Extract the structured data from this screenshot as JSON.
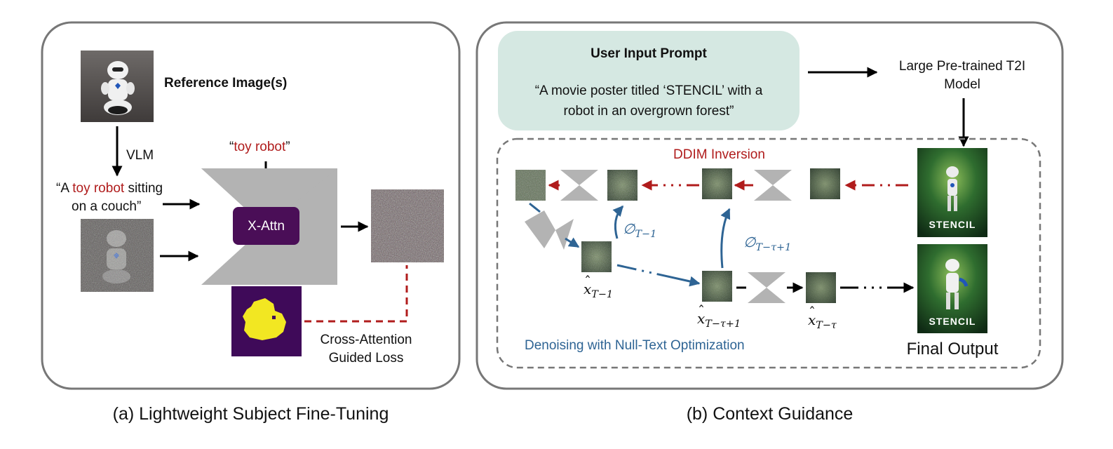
{
  "panel_a": {
    "caption": "(a) Lightweight Subject Fine-Tuning",
    "reference_label": "Reference Image(s)",
    "vlm_label": "VLM",
    "caption_prompt": {
      "open_quote": "“A ",
      "subject": "toy robot",
      "line1_rest": " sitting",
      "line2": "on a couch”"
    },
    "token_prompt": {
      "open_quote": "“",
      "subject": "toy robot",
      "close_quote": "”"
    },
    "xattn_label": "X-Attn",
    "loss_label_line1": "Cross-Attention",
    "loss_label_line2": "Guided Loss"
  },
  "panel_b": {
    "caption": "(b) Context Guidance",
    "prompt_box": {
      "title": "User Input Prompt",
      "line1": "“A movie poster titled ‘STENCIL’ with a",
      "line2": "robot in an overgrown forest”"
    },
    "model_label_line1": "Large Pre-trained T2I",
    "model_label_line2": "Model",
    "ddim_label": "DDIM Inversion",
    "null_text_label": "Denoising with Null-Text Optimization",
    "final_output_label": "Final Output",
    "poster_text": "STENCIL",
    "math": {
      "phi": "∅",
      "phi_sub_1": "T−1",
      "phi_sub_2": "T−τ+1",
      "x": "x",
      "hat": "ˆ",
      "x_sub_1": "T−1",
      "x_sub_2": "T−τ+1",
      "x_sub_3": "T−τ"
    }
  },
  "colors": {
    "panel_border": "#777777",
    "prompt_box_fill": "#d5e8e2",
    "xattn_fill": "#4a0e57",
    "attention_map_bg": "#3f0a59",
    "attention_map_fg": "#f2e722",
    "trapezoid": "#b3b3b3",
    "ddim_arrow": "#b01c1c",
    "denoise_arrow": "#2e6494",
    "forest_green": "#2f6d2f"
  }
}
